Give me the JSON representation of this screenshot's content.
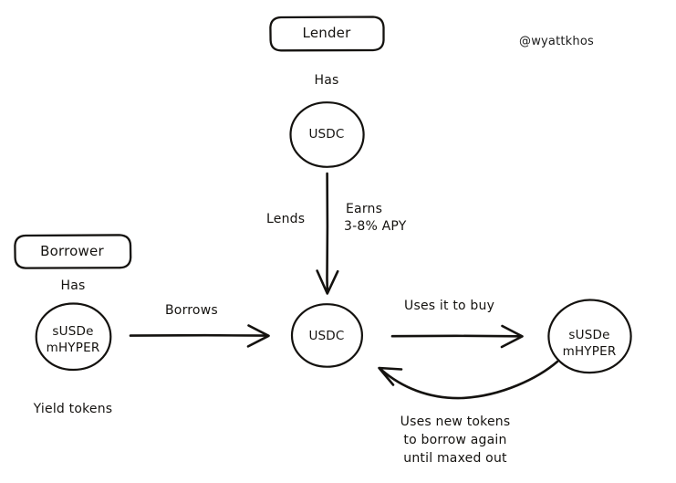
{
  "meta": {
    "title": "Looping yield-token lending flow diagram",
    "style": "hand-drawn whiteboard sketch",
    "background_color": "#ffffff",
    "ink_color": "#14120f"
  },
  "watermark": {
    "handle": "@wyattkhos"
  },
  "boxes": [
    {
      "id": "lender",
      "label": "Lender"
    },
    {
      "id": "borrower",
      "label": "Borrower"
    }
  ],
  "nodes": [
    {
      "id": "lender-usdc",
      "caption_above": "Has",
      "lines": [
        "USDC"
      ],
      "caption_below": ""
    },
    {
      "id": "borrower-yield",
      "caption_above": "Has",
      "lines": [
        "sUSDe",
        "mHYPER"
      ],
      "caption_below": "Yield tokens"
    },
    {
      "id": "pool-usdc",
      "caption_above": "",
      "lines": [
        "USDC"
      ],
      "caption_below": ""
    },
    {
      "id": "bought-yield",
      "caption_above": "",
      "lines": [
        "sUSDe",
        "mHYPER"
      ],
      "caption_below": ""
    }
  ],
  "edges": [
    {
      "id": "lends",
      "label": "Lends"
    },
    {
      "id": "earns",
      "label_line1": "Earns",
      "label_line2": "3-8% APY"
    },
    {
      "id": "borrows",
      "label": "Borrows"
    },
    {
      "id": "uses-to-buy",
      "label": "Uses it to buy"
    },
    {
      "id": "loop-back",
      "label_line1": "Uses new tokens",
      "label_line2": "to borrow again",
      "label_line3": "until maxed out"
    }
  ]
}
